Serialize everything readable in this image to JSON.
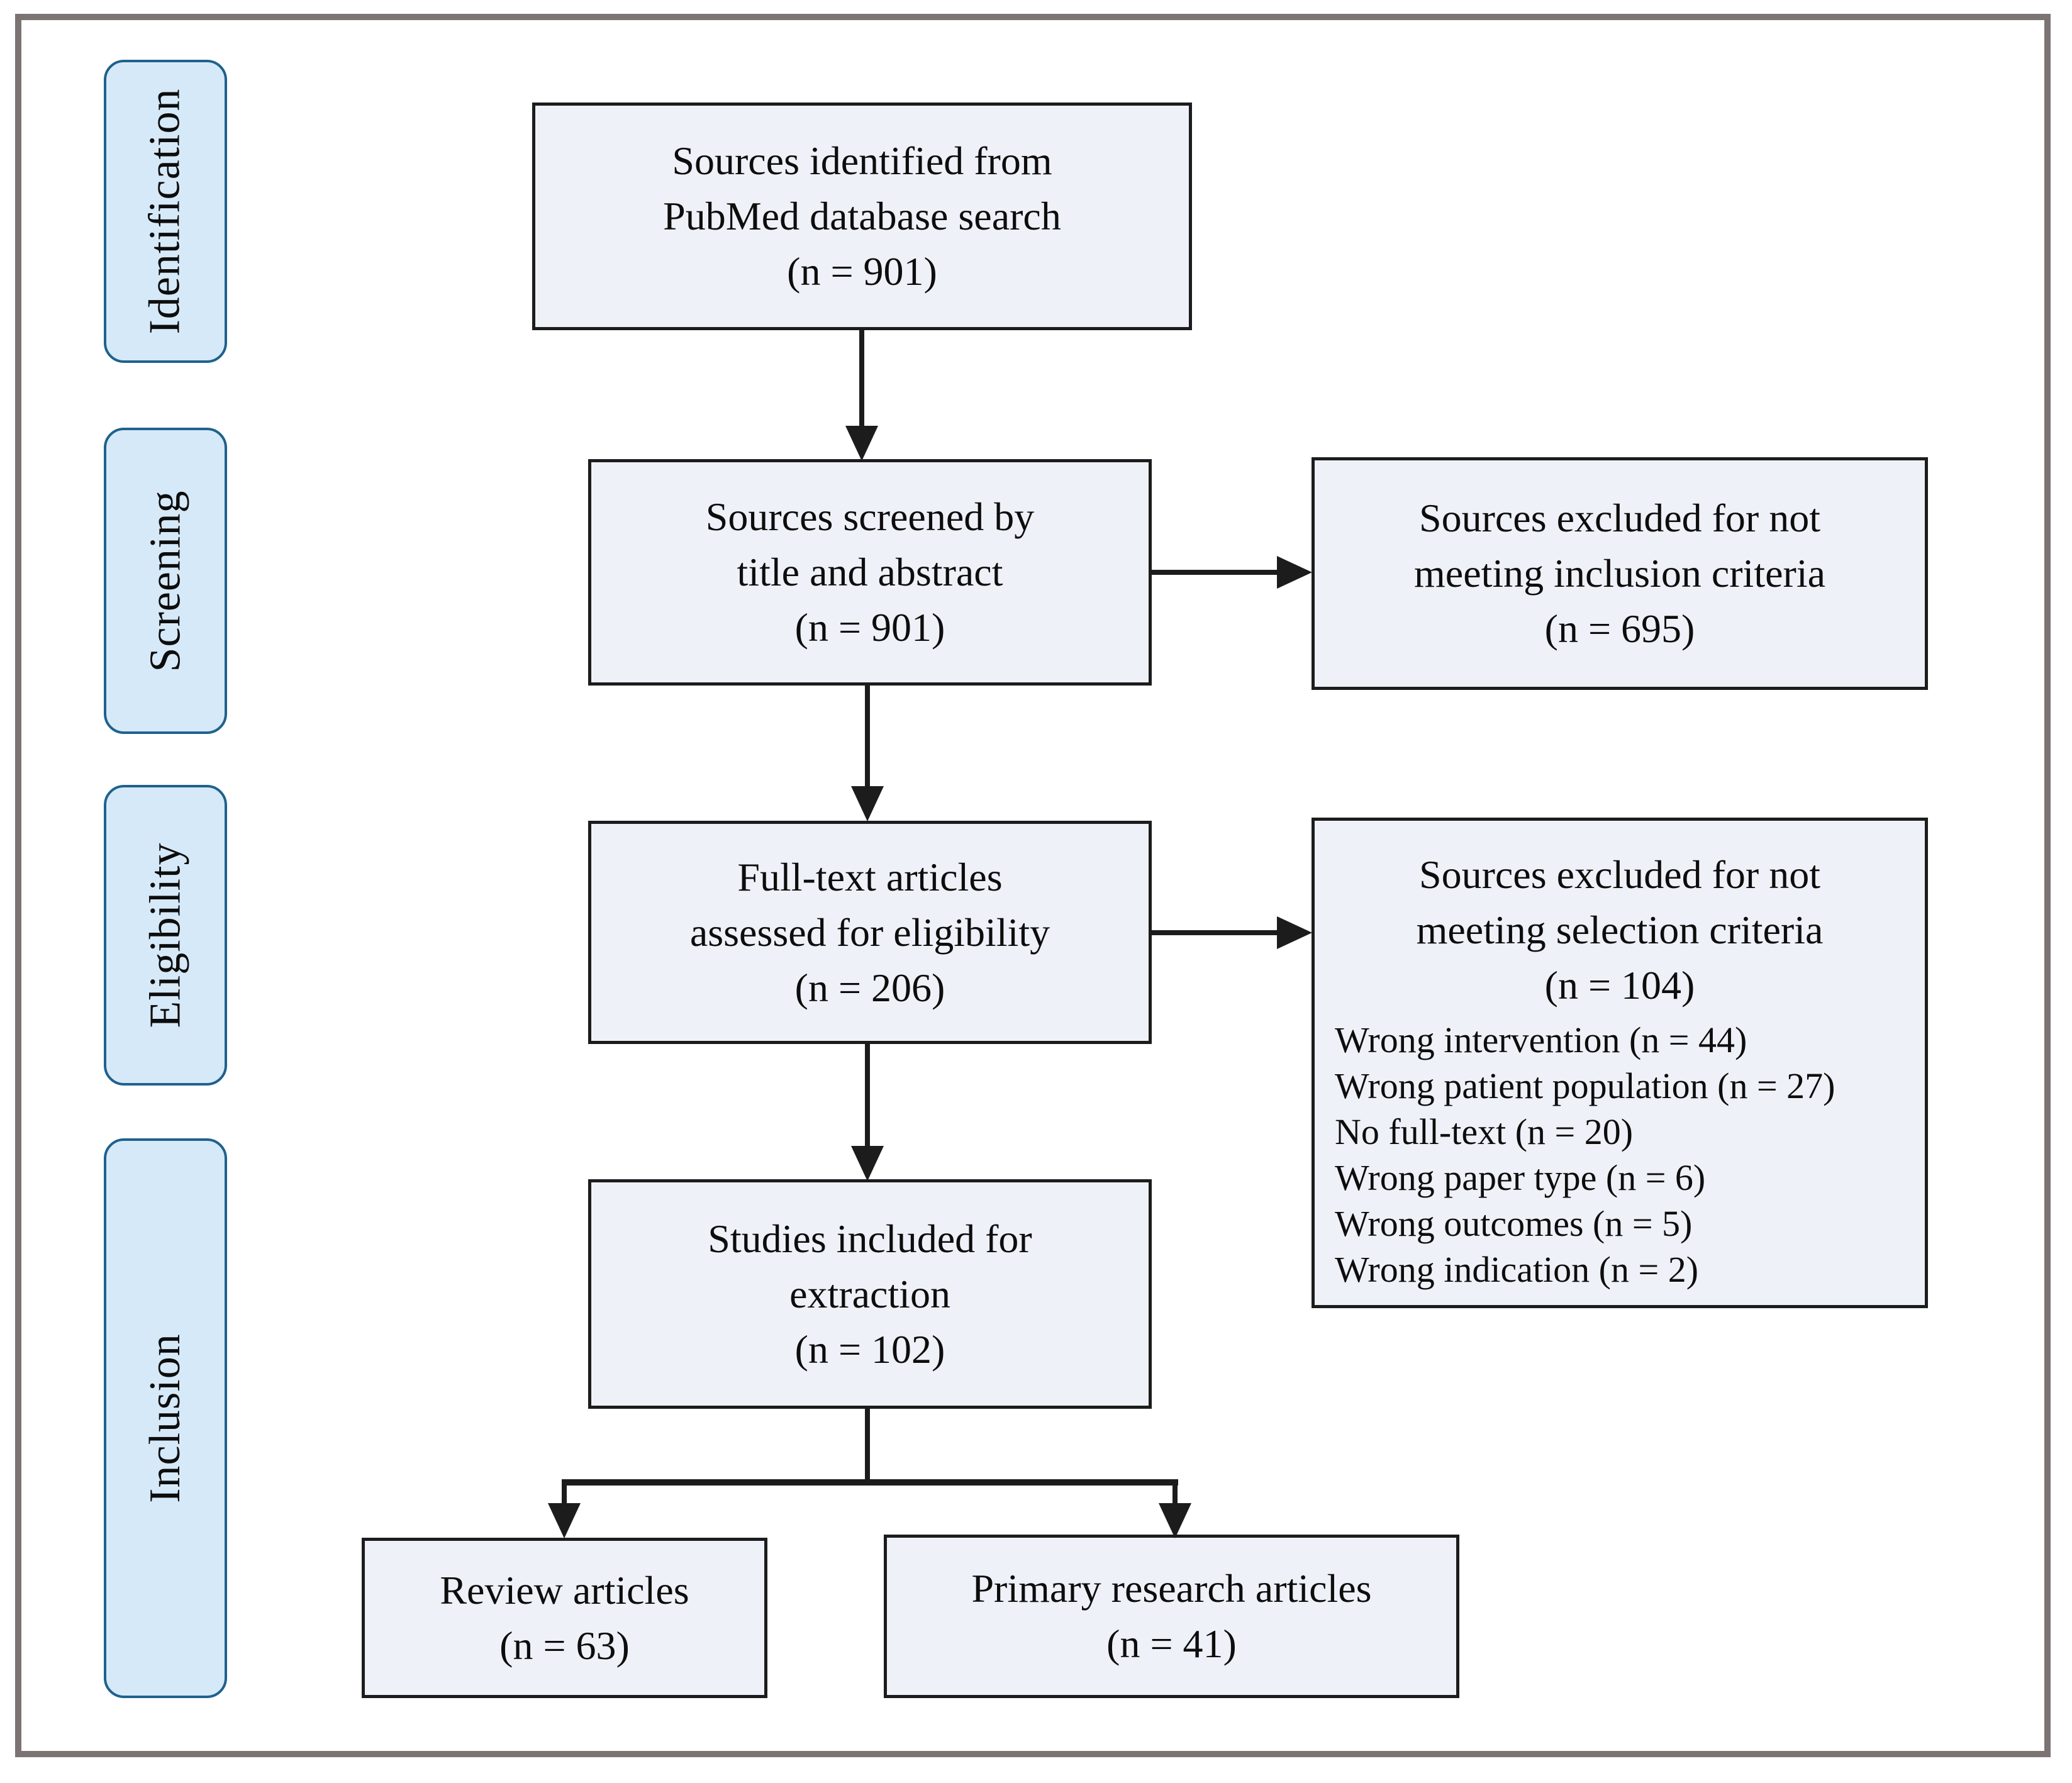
{
  "colors": {
    "frame_border": "#7b7473",
    "sidebar_fill": "#d6e9f8",
    "sidebar_border": "#1f618d",
    "box_fill": "#eef1f7",
    "box_border": "#1c1c1c",
    "arrow": "#1c1c1c",
    "text": "#0d0d0d"
  },
  "sidebar": {
    "items": [
      {
        "label": "Identification"
      },
      {
        "label": "Screening"
      },
      {
        "label": "Eligibility"
      },
      {
        "label": "Inclusion"
      }
    ]
  },
  "boxes": {
    "identified": {
      "lines": [
        "Sources identified from",
        "PubMed database search",
        "(n = 901)"
      ]
    },
    "screened": {
      "lines": [
        "Sources screened by",
        "title and abstract",
        "(n = 901)"
      ]
    },
    "excluded_screening": {
      "lines": [
        "Sources excluded for not",
        "meeting inclusion criteria",
        "(n = 695)"
      ]
    },
    "fulltext": {
      "lines": [
        "Full-text articles",
        "assessed for eligibility",
        "(n = 206)"
      ]
    },
    "excluded_eligibility": {
      "header_lines": [
        "Sources excluded for not",
        "meeting selection criteria",
        "(n = 104)"
      ],
      "reasons": [
        "Wrong intervention (n = 44)",
        "Wrong patient population (n = 27)",
        "No full-text (n = 20)",
        "Wrong paper type (n = 6)",
        "Wrong outcomes (n = 5)",
        "Wrong indication (n = 2)"
      ]
    },
    "included": {
      "lines": [
        "Studies included for",
        "extraction",
        "(n = 102)"
      ]
    },
    "review": {
      "lines": [
        "Review articles",
        "(n = 63)"
      ]
    },
    "primary": {
      "lines": [
        "Primary research articles",
        "(n = 41)"
      ]
    }
  }
}
